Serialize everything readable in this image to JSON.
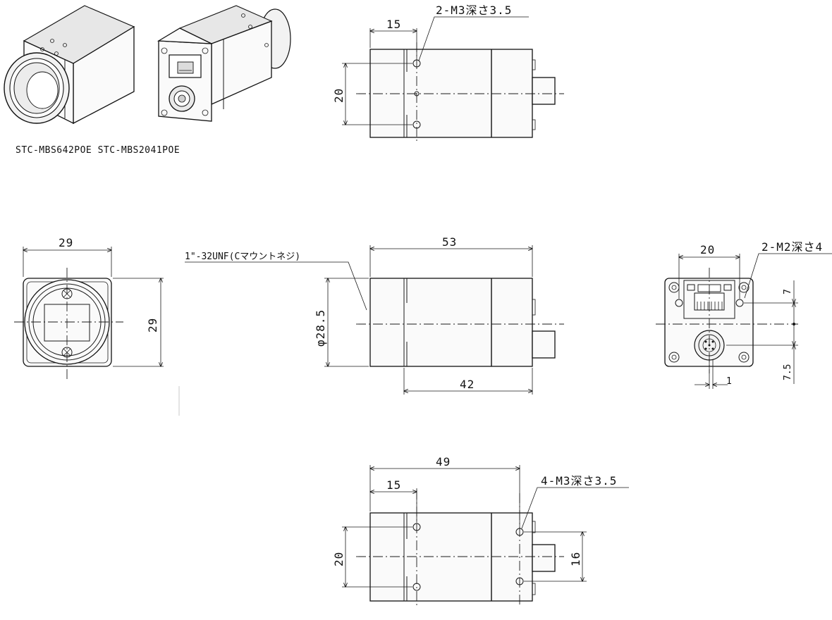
{
  "caption": "STC-MBS642POE STC-MBS2041POE",
  "views": {
    "top": {
      "hole_note": "2-M3深さ3.5",
      "dim_15": "15",
      "dim_20": "20"
    },
    "lens": {
      "dim_width": "29",
      "dim_height": "29"
    },
    "side": {
      "mount_note": "1\"-32UNF(Cマウントネジ)",
      "dim_length": "53",
      "dim_diameter": "φ28.5",
      "dim_body": "42"
    },
    "rear": {
      "dim_20": "20",
      "hole_note": "2-M2深さ4",
      "dim_7": "7",
      "dim_7_5": "7.5",
      "dim_1": "1"
    },
    "bottom": {
      "dim_49": "49",
      "dim_15": "15",
      "hole_note": "4-M3深さ3.5",
      "dim_20": "20",
      "dim_16": "16"
    }
  }
}
